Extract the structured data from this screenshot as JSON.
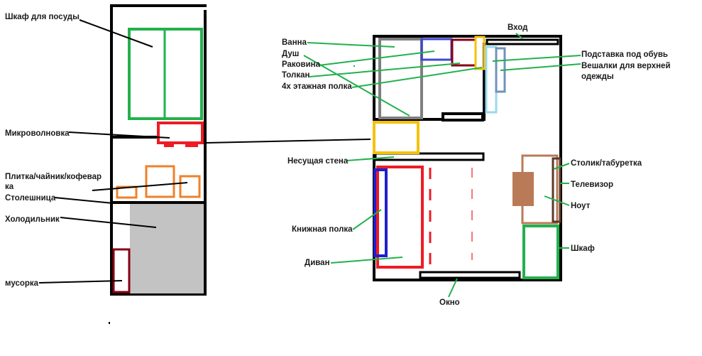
{
  "colors": {
    "wall": "#000000",
    "green": "#22b14c",
    "red": "#ed1c24",
    "orange": "#f0802a",
    "gray_fill": "#c3c3c3",
    "gray_outline": "#7f7f7f",
    "blue": "#1f1fcc",
    "indigo": "#3f48cc",
    "dark_red": "#880015",
    "yellow": "#f4c20d",
    "light_blue": "#99d9ea",
    "steel_blue": "#7092be",
    "brown": "#b97a57",
    "dark_brown": "#5b3a29"
  },
  "kitchen": {
    "labels": {
      "dish_cabinet": "Шкаф для посуды",
      "microwave": "Микроволновка",
      "stove_line1": "Плитка/чайник/кофевар",
      "stove_line2": "ка",
      "countertop": "Столешница",
      "fridge": "Холодильник",
      "trash": "мусорка"
    }
  },
  "room": {
    "labels": {
      "entrance": "Вход",
      "bath": "Ванна",
      "shower": "Душ",
      "sink": "Раковина",
      "toilet": "Толкан",
      "shelf4": "4х этажная полка",
      "shoe_stand": "Подставка под обувь",
      "hangers_line1": "Вешалки для верхней",
      "hangers_line2": "одежды",
      "load_wall": "Несущая стена",
      "bookshelf": "Книжная полка",
      "sofa": "Диван",
      "window": "Окно",
      "table": "Столик/табуретка",
      "tv": "Телевизор",
      "laptop": "Ноут",
      "wardrobe": "Шкаф"
    }
  }
}
